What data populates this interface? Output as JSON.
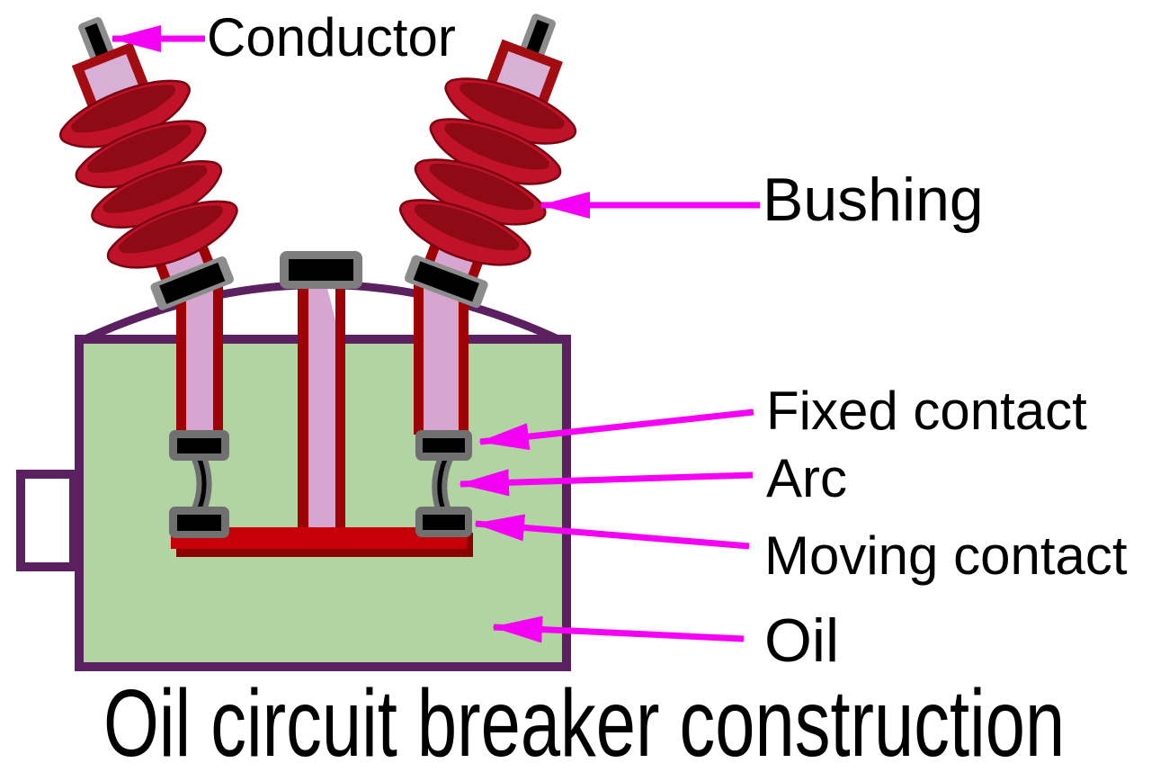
{
  "diagram": {
    "title": "Oil circuit breaker construction",
    "labels": {
      "conductor": "Conductor",
      "bushing": "Bushing",
      "fixed_contact": "Fixed contact",
      "arc": "Arc",
      "moving_contact": "Moving contact",
      "oil": "Oil"
    },
    "colors": {
      "callout_magenta": "#f500f5",
      "tank_outline_purple": "#5a2060",
      "oil_green": "#b2d3a2",
      "insulator_pink": "#d6a6d0",
      "cap_pink": "#d9b0d5",
      "bushing_fin_red": "#c01228",
      "bushing_fin_dark_red": "#8e0a15",
      "column_dark_red": "#9e0206",
      "crosshead_red": "#c60006",
      "crosshead_dark_red": "#8b0000",
      "metal_gray": "#8c8c8c",
      "cap_gray": "#7d7d7d",
      "contact_gray": "#707070",
      "contact_black": "#000000",
      "background": "#ffffff"
    }
  }
}
